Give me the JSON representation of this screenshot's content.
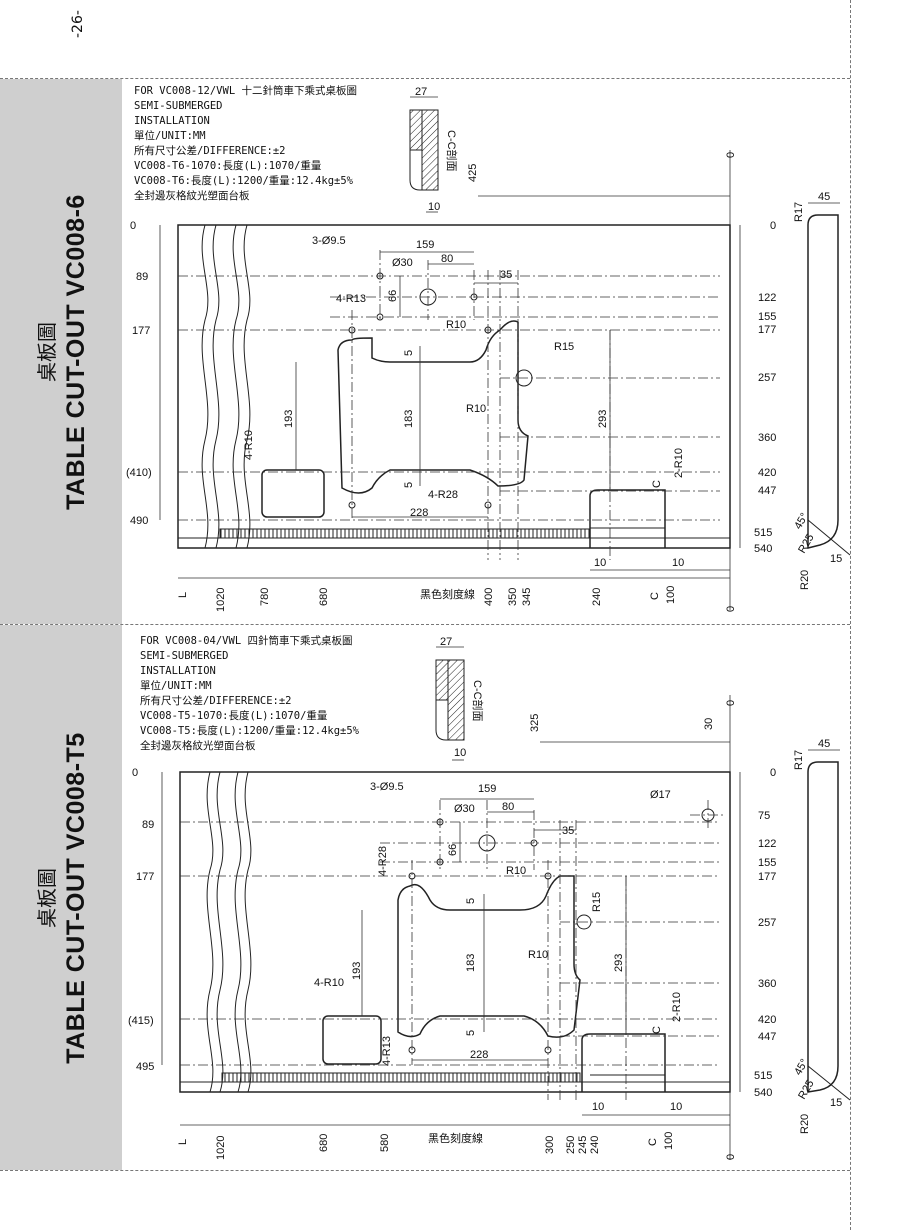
{
  "page": {
    "number": "-26-"
  },
  "panels": [
    {
      "side_title_zh": "桌板圖",
      "side_title_en": "TABLE CUT-OUT VC008-6",
      "notes": [
        "FOR VC008-12/VWL 十二針筒車下乘式桌板圖",
        "SEMI-SUBMERGED",
        "INSTALLATION",
        "單位/UNIT:MM",
        "所有尺寸公差/DIFFERENCE:±2",
        "VC008-T6-1070:長度(L):1070/重量",
        "VC008-T6:長度(L):1200/重量:12.4kg±5%",
        "全封邊灰格紋光塑面台板"
      ],
      "section_label": "C-C剖面",
      "section_dims": {
        "top": "27",
        "bottom": "10",
        "height": "425"
      },
      "left_dims": [
        "0",
        "89",
        "177",
        "(410)",
        "490"
      ],
      "right_dims": [
        "0",
        "122",
        "155",
        "177",
        "257",
        "360",
        "420",
        "447",
        "515",
        "540"
      ],
      "bottom_dims": [
        "L",
        "1020",
        "780",
        "680",
        "400",
        "350",
        "345",
        "240",
        "C",
        "100",
        "0"
      ],
      "top_zero": "0",
      "callouts": {
        "holes": "3-Ø9.5",
        "big_hole": "Ø30",
        "dist_159": "159",
        "dist_80": "80",
        "dist_35": "35",
        "r13": "4-R13",
        "r10a": "R10",
        "r15": "R15",
        "r10b": "R10",
        "r10c": "4-R10",
        "r28": "4-R28",
        "r10d": "2-R10",
        "d66": "66",
        "d5a": "5",
        "d5b": "5",
        "d193": "193",
        "d183": "183",
        "d293": "293",
        "d228": "228",
        "d10a": "10",
        "d10b": "10",
        "cc": "C"
      },
      "scale_label": "黑色刻度線",
      "edge": {
        "r17": "R17",
        "w45": "45",
        "angle": "45°",
        "r25": "R25",
        "r20": "R20",
        "d15": "15"
      }
    },
    {
      "side_title_zh": "桌板圖",
      "side_title_en": "TABLE CUT-OUT VC008-T5",
      "notes": [
        "FOR VC008-04/VWL 四針筒車下乘式桌板圖",
        "SEMI-SUBMERGED",
        "INSTALLATION",
        "單位/UNIT:MM",
        "所有尺寸公差/DIFFERENCE:±2",
        "VC008-T5-1070:長度(L):1070/重量",
        "VC008-T5:長度(L):1200/重量:12.4kg±5%",
        "全封邊灰格紋光塑面台板"
      ],
      "section_label": "C-C剖面",
      "section_dims": {
        "top": "27",
        "bottom": "10",
        "height": "325",
        "extra": "30"
      },
      "left_dims": [
        "0",
        "89",
        "177",
        "(415)",
        "495"
      ],
      "right_dims": [
        "0",
        "75",
        "122",
        "155",
        "177",
        "257",
        "360",
        "420",
        "447",
        "515",
        "540"
      ],
      "bottom_dims": [
        "L",
        "1020",
        "680",
        "580",
        "300",
        "250",
        "245",
        "240",
        "C",
        "100",
        "0"
      ],
      "top_zero": "0",
      "callouts": {
        "holes": "3-Ø9.5",
        "big_hole": "Ø30",
        "dist_159": "159",
        "dist_80": "80",
        "dist_35": "35",
        "r28": "4-R28",
        "r10a": "R10",
        "r15": "R15",
        "r10b": "R10",
        "r10c": "4-R10",
        "r13": "4-R13",
        "r10d": "2-R10",
        "d17": "Ø17",
        "d66": "66",
        "d5a": "5",
        "d5b": "5",
        "d193": "193",
        "d183": "183",
        "d293": "293",
        "d228": "228",
        "d10a": "10",
        "d10b": "10",
        "cc": "C"
      },
      "scale_label": "黑色刻度線",
      "edge": {
        "r17": "R17",
        "w45": "45",
        "angle": "45°",
        "r25": "R25",
        "r20": "R20",
        "d15": "15"
      }
    }
  ]
}
